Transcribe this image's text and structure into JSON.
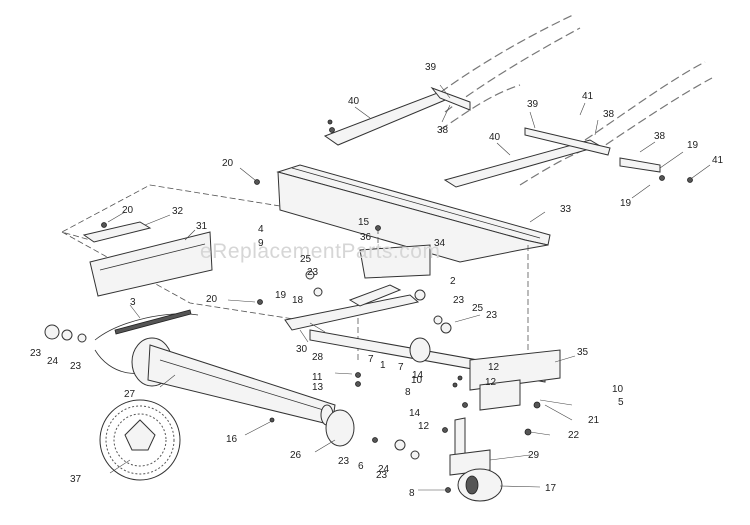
{
  "watermark": "eReplacementParts.com",
  "labels": [
    "39",
    "40",
    "38",
    "39",
    "41",
    "38",
    "40",
    "38",
    "19",
    "41",
    "19",
    "20",
    "33",
    "20",
    "32",
    "31",
    "4",
    "9",
    "15",
    "36",
    "25",
    "34",
    "23",
    "2",
    "20",
    "19",
    "18",
    "23",
    "25",
    "23",
    "3",
    "23",
    "24",
    "23",
    "30",
    "28",
    "7",
    "1",
    "35",
    "11",
    "13",
    "7",
    "14",
    "12",
    "10",
    "8",
    "12",
    "10",
    "5",
    "27",
    "21",
    "14",
    "12",
    "22",
    "16",
    "26",
    "23",
    "6",
    "23",
    "24",
    "29",
    "37",
    "8",
    "17"
  ]
}
